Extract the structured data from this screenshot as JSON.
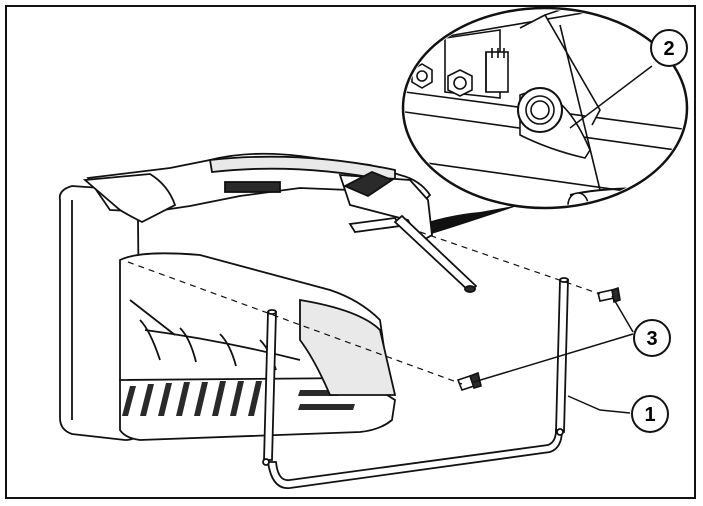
{
  "callouts": [
    {
      "label": "1"
    },
    {
      "label": "2"
    },
    {
      "label": "3"
    }
  ],
  "colors": {
    "line": "#111111",
    "fill_light": "#ffffff",
    "fill_grey": "#e9e9e9",
    "fill_dark": "#2a2a2a"
  }
}
